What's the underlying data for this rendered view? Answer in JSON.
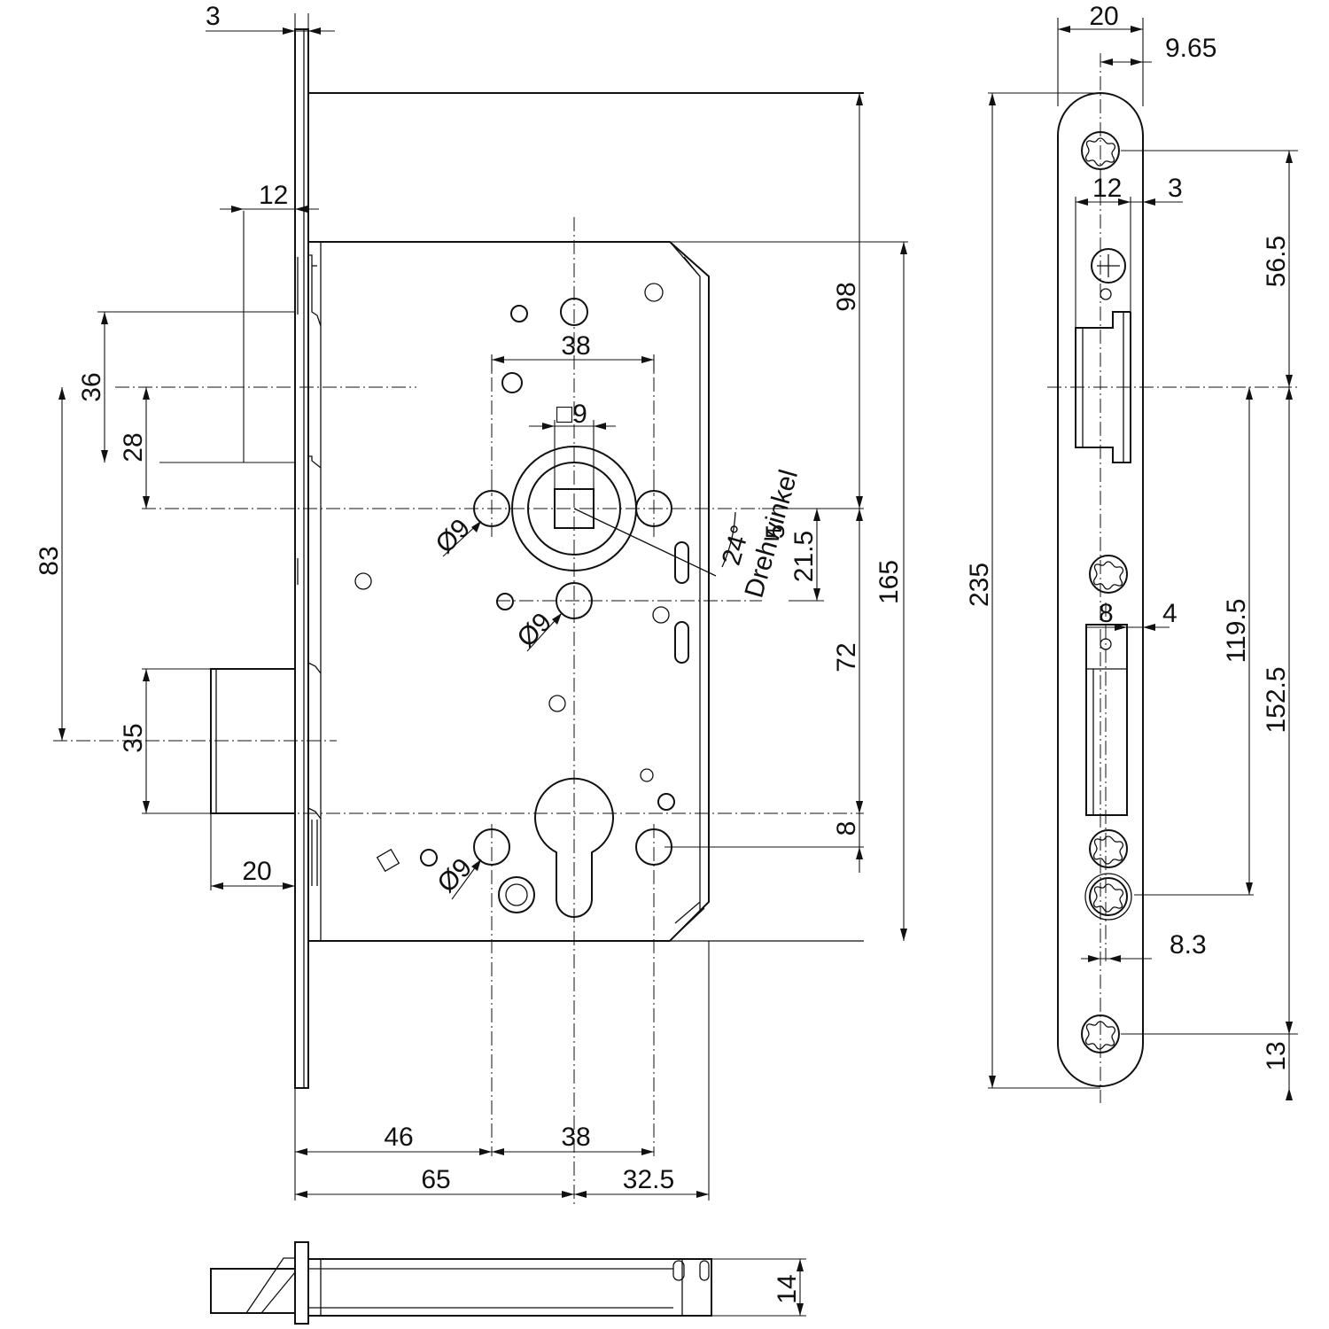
{
  "dimensions": {
    "face_thickness": "3",
    "latch_projection": "12",
    "latch_to_handle": "36",
    "handle_to_latch_edge": "28",
    "handle_to_bolt": "83",
    "bolt_height": "35",
    "bolt_projection": "20",
    "handle_spacing": "38",
    "spindle_square": "□9",
    "hole_dia_upper": "Ø9",
    "hole_dia_lower": "Ø9",
    "hole_dia_cylinder": "Ø9",
    "rotation_angle": "24°",
    "rotation_label": "Drehwinkel",
    "rotation_offset": "5",
    "spindle_to_follower": "21.5",
    "case_top_to_handle": "98",
    "handle_to_cylinder": "72",
    "cylinder_to_hole": "8",
    "case_height": "165",
    "backset_left": "46",
    "cylinder_spacing": "38",
    "backset": "65",
    "backset_right": "32.5",
    "case_depth": "14",
    "plate_width": "20",
    "screw_offset": "9.65",
    "latch_slot_width": "12",
    "latch_slot_offset": "3",
    "plate_height": "235",
    "top_screw_to_handle": "56.5",
    "handle_to_lower_screw": "119.5",
    "handle_to_bottom_screw": "152.5",
    "bolt_slot_width": "8",
    "bolt_slot_offset": "4",
    "lower_screw_offset": "8.3",
    "bottom_screw_to_end": "13"
  }
}
